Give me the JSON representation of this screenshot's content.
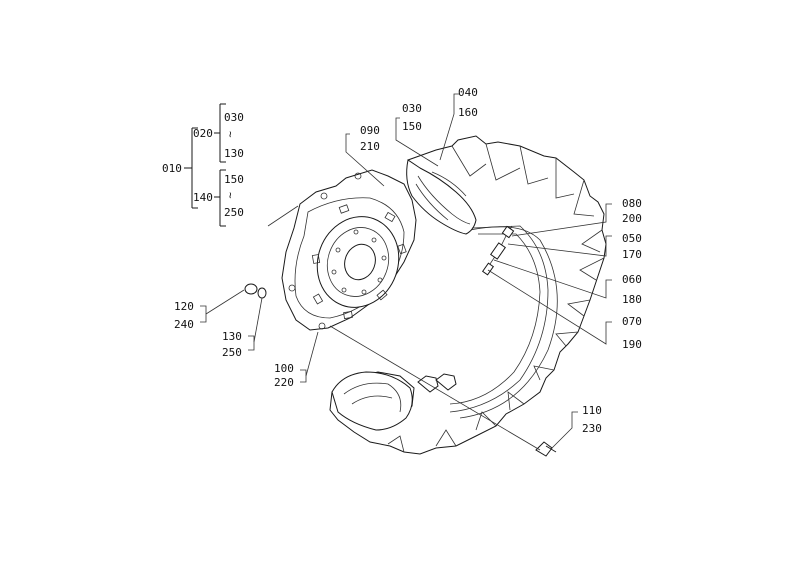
{
  "tree": {
    "root": "010",
    "group_a": "020",
    "group_a_top": "030",
    "group_a_bottom": "130",
    "group_b": "140",
    "group_b_top": "150",
    "group_b_bottom": "250",
    "range_symbol": "~"
  },
  "callouts": {
    "p030": "030",
    "p150": "150",
    "p040": "040",
    "p160": "160",
    "p090": "090",
    "p210": "210",
    "p080": "080",
    "p200": "200",
    "p050": "050",
    "p170": "170",
    "p060": "060",
    "p180": "180",
    "p070": "070",
    "p190": "190",
    "p120": "120",
    "p240": "240",
    "p130": "130",
    "p250": "250",
    "p100": "100",
    "p220": "220",
    "p110": "110",
    "p230": "230"
  },
  "colors": {
    "line": "#1a1a1a",
    "background": "#ffffff"
  }
}
